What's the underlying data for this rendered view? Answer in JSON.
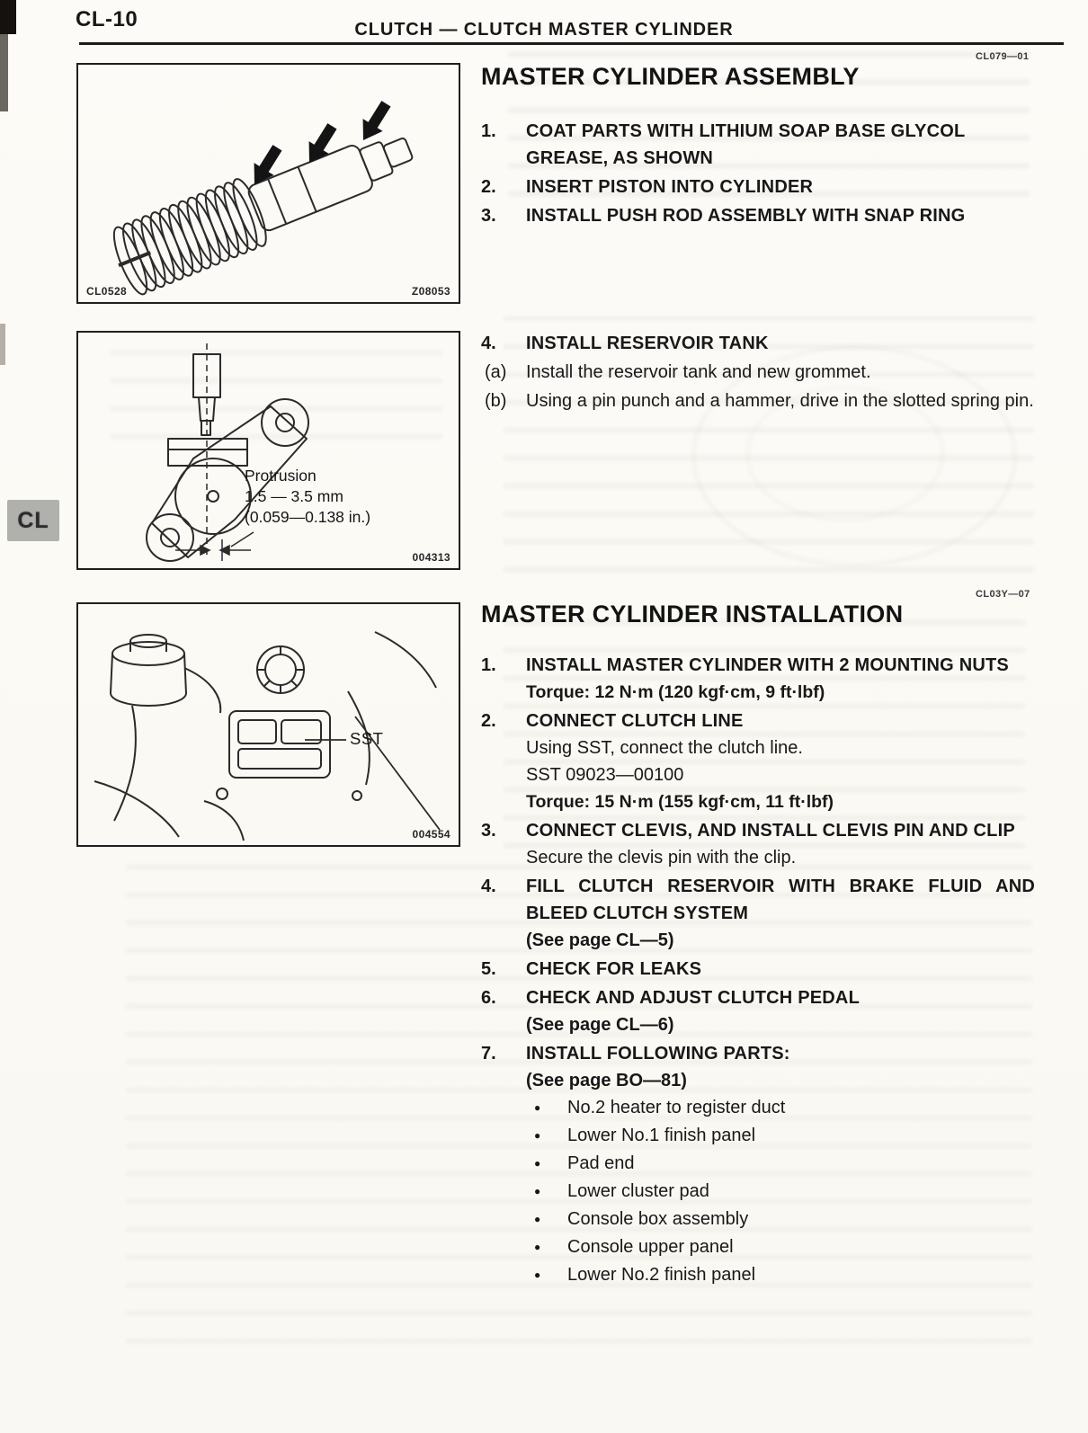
{
  "colors": {
    "paper": "#fbfaf6",
    "ink": "#1a1a1a",
    "tab_bg": "#b0b0ad"
  },
  "glyphs": {
    "bullet": "●"
  },
  "page": {
    "number": "CL-10",
    "header_title": "CLUTCH — CLUTCH MASTER CYLINDER",
    "side_tab": "CL",
    "ref_codes": [
      "CL079—01",
      "CL03Y—07"
    ]
  },
  "figures": {
    "assembly": {
      "code_left": "CL0528",
      "code_right": "Z08053"
    },
    "reservoir": {
      "callout": [
        "Protrusion",
        "1.5 — 3.5 mm",
        "(0.059—0.138 in.)"
      ],
      "code": "004313"
    },
    "engine_bay": {
      "callout": "SST",
      "code": "004554"
    }
  },
  "assembly_section": {
    "title": "MASTER CYLINDER ASSEMBLY",
    "steps": [
      {
        "num": "1.",
        "title": "COAT PARTS WITH LITHIUM SOAP BASE GLYCOL GREASE, AS SHOWN"
      },
      {
        "num": "2.",
        "title": "INSERT PISTON INTO CYLINDER"
      },
      {
        "num": "3.",
        "title": "INSTALL PUSH ROD ASSEMBLY WITH SNAP RING"
      },
      {
        "num": "4.",
        "title": "INSTALL RESERVOIR TANK",
        "substeps": [
          {
            "label": "(a)",
            "text": "Install the reservoir tank and new grommet."
          },
          {
            "label": "(b)",
            "text": "Using a pin punch and a hammer, drive in the slotted spring pin."
          }
        ]
      }
    ]
  },
  "installation_section": {
    "title": "MASTER CYLINDER INSTALLATION",
    "steps": [
      {
        "num": "1.",
        "title": "INSTALL MASTER CYLINDER WITH 2 MOUNTING NUTS",
        "torque": "Torque: 12 N·m (120 kgf·cm, 9 ft·lbf)"
      },
      {
        "num": "2.",
        "title": "CONNECT CLUTCH LINE",
        "lines": [
          "Using SST, connect the clutch line.",
          "SST 09023—00100"
        ],
        "torque": "Torque: 15 N·m (155 kgf·cm, 11 ft·lbf)"
      },
      {
        "num": "3.",
        "title": "CONNECT CLEVIS, AND INSTALL CLEVIS PIN AND CLIP",
        "lines": [
          "Secure the clevis pin with the clip."
        ]
      },
      {
        "num": "4.",
        "title": "FILL CLUTCH RESERVOIR WITH BRAKE FLUID AND BLEED CLUTCH SYSTEM",
        "ref": "(See page CL—5)"
      },
      {
        "num": "5.",
        "title": "CHECK FOR LEAKS"
      },
      {
        "num": "6.",
        "title": "CHECK AND ADJUST CLUTCH PEDAL",
        "ref": "(See page CL—6)"
      },
      {
        "num": "7.",
        "title": "INSTALL FOLLOWING PARTS:",
        "ref": "(See page BO—81)",
        "bullets": [
          "No.2 heater to register duct",
          "Lower No.1 finish panel",
          "Pad end",
          "Lower cluster pad",
          "Console box assembly",
          "Console upper panel",
          "Lower No.2 finish panel"
        ]
      }
    ]
  }
}
